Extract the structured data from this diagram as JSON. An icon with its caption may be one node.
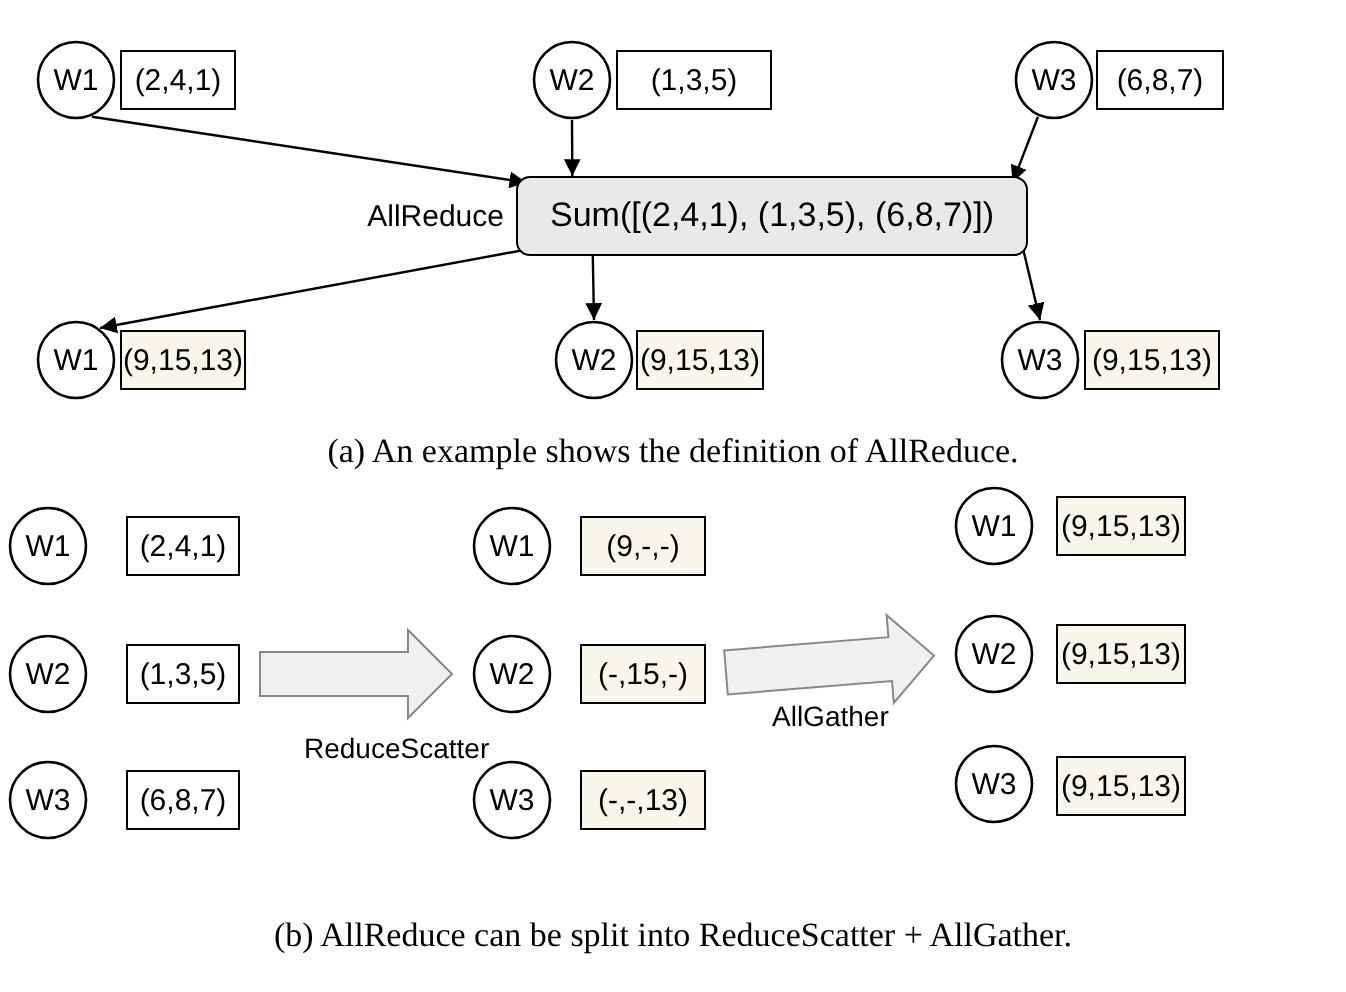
{
  "diagram": {
    "nodes": [
      {
        "text": [
          "W1"
        ]
      },
      {
        "text": [
          "(2,4,1)"
        ]
      },
      {
        "text": [
          "W2"
        ]
      },
      {
        "text": [
          "(1,3,5)"
        ]
      },
      {
        "text": [
          "W3"
        ]
      },
      {
        "text": [
          "(6,8,7)"
        ]
      },
      {
        "text": [
          "Sum([(2,4,1), (1,3,5), (6,8,7)])"
        ],
        "beside": [
          "AllReduce"
        ]
      },
      {
        "text": [
          "W1"
        ]
      },
      {
        "text": [
          "(9,15,13)"
        ]
      },
      {
        "text": [
          "W2"
        ]
      },
      {
        "text": [
          "(9,15,13)"
        ]
      },
      {
        "text": [
          "W3"
        ]
      },
      {
        "text": [
          "(9,15,13)"
        ]
      },
      {
        "text": [
          "W1"
        ]
      },
      {
        "text": [
          "(2,4,1)"
        ]
      },
      {
        "text": [
          "W2"
        ]
      },
      {
        "text": [
          "(1,3,5)"
        ]
      },
      {
        "text": [
          "W3"
        ]
      },
      {
        "text": [
          "(6,8,7)"
        ]
      },
      {
        "text": [
          "W1"
        ]
      },
      {
        "text": [
          "(9,-,-)"
        ]
      },
      {
        "text": [
          "W2"
        ]
      },
      {
        "text": [
          "(-,15,-)"
        ]
      },
      {
        "text": [
          "W3"
        ]
      },
      {
        "text": [
          "(-,-,13)"
        ]
      },
      {
        "text": [
          "W1"
        ]
      },
      {
        "text": [
          "(9,15,13)"
        ]
      },
      {
        "text": [
          "W2"
        ]
      },
      {
        "text": [
          "(9,15,13)"
        ]
      },
      {
        "text": [
          "W3"
        ]
      },
      {
        "text": [
          "(9,15,13)"
        ]
      }
    ],
    "edges": [
      {
        "from": 0,
        "to": 6,
        "arrow": "to"
      },
      {
        "from": 2,
        "to": 6,
        "arrow": "to"
      },
      {
        "from": 4,
        "to": 6,
        "arrow": "to"
      },
      {
        "from": 6,
        "to": 7,
        "arrow": "to"
      },
      {
        "from": 6,
        "to": 9,
        "arrow": "to"
      },
      {
        "from": 6,
        "to": 11,
        "arrow": "to"
      },
      {
        "from": 16,
        "to": 21,
        "arrow": "to",
        "label": "ReduceScatter",
        "style": "thick"
      },
      {
        "from": 22,
        "to": 27,
        "arrow": "to",
        "label": "AllGather",
        "style": "thick"
      }
    ],
    "labels": [
      "(a) An example shows the definition of AllReduce.",
      "(b) AllReduce can be split into ReduceScatter + AllGather."
    ]
  }
}
